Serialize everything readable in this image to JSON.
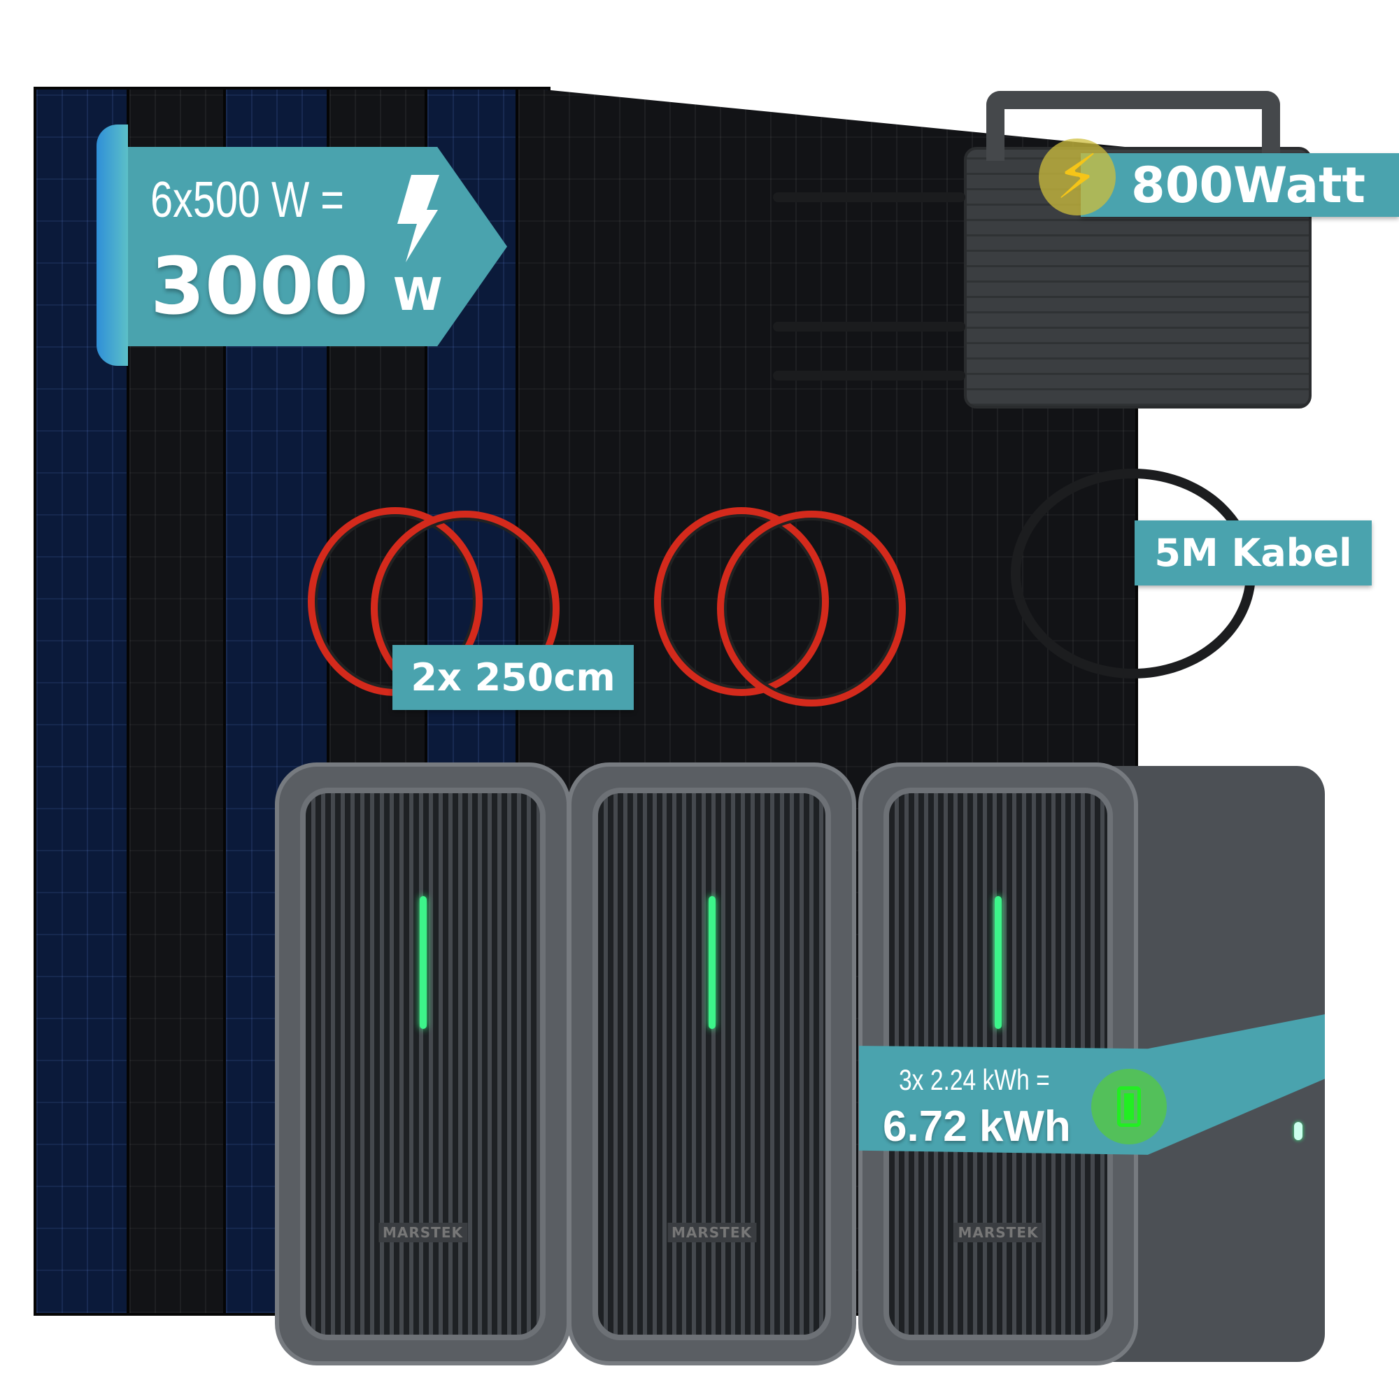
{
  "panel_badge": {
    "line1": "6x500 W =",
    "total": "3000",
    "unit": "W",
    "icon": "lightning-icon"
  },
  "inverter_badge": {
    "label": "800Watt",
    "icon": "lightning-icon"
  },
  "cable_badge": {
    "label": "5M Kabel"
  },
  "extension_badge": {
    "label": "2x 250cm"
  },
  "battery_badge": {
    "line1": "3x 2.24 kWh =",
    "total": "6.72 kWh",
    "icon": "battery-full-icon"
  },
  "battery_brand": "MARSTEK",
  "colors": {
    "badge": "#4aa3ae",
    "led": "#3df58a",
    "battery_icon": "#22ee22"
  }
}
